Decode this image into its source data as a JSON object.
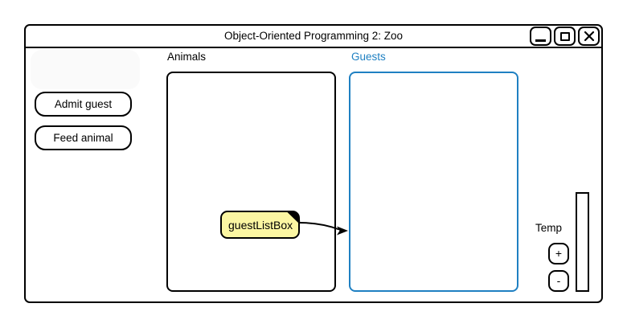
{
  "window": {
    "title": "Object-Oriented Programming 2: Zoo"
  },
  "action_buttons": {
    "admit_guest": "Admit guest",
    "feed_animal": "Feed animal"
  },
  "lists": {
    "animals": {
      "label": "Animals",
      "items": []
    },
    "guests": {
      "label": "Guests",
      "items": []
    }
  },
  "callout": {
    "text": "guestListBox"
  },
  "temp_control": {
    "label": "Temp",
    "increase_label": "+",
    "decrease_label": "-"
  },
  "colors": {
    "guests_accent": "#1f80c2",
    "callout_fill": "#fbf6a2",
    "outline": "#000000"
  }
}
